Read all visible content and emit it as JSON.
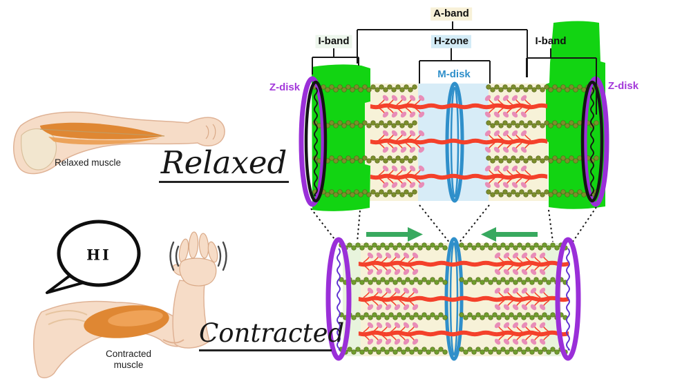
{
  "figure": {
    "left_panel": {
      "relaxed_caption": "Relaxed muscle",
      "relaxed_handwritten": "Relaxed",
      "contracted_caption": "Contracted muscle",
      "contracted_handwritten": "Contracted",
      "speech_bubble_text": "HI"
    },
    "sarcomere_labels": {
      "a_band": "A-band",
      "i_band_left": "I-band",
      "i_band_right": "I-band",
      "h_zone": "H-zone",
      "m_disk": "M-disk",
      "z_disk_left": "Z-disk",
      "z_disk_right": "Z-disk"
    },
    "colors": {
      "i_band_green": "#12d412",
      "z_disk_purple": "#9a2fd8",
      "z_disk_label_purple": "#a338da",
      "m_disk_blue": "#2f8fca",
      "actin_olive": "#7c8e2c",
      "actin_olive_dark": "#57671c",
      "actin_green_bottom": "#6f9e2d",
      "myosin_red": "#f4402a",
      "myosin_head_pink": "#e88db8",
      "a_band_bg": "#f7f2d8",
      "h_zone_bg": "#d7ecf7",
      "i_band_strip_bg": "#e8f4dd",
      "arrow_green": "#38a95f",
      "skin": "#f6dcc7",
      "muscle_orange": "#df8733",
      "bubble_outline": "#0e0e0e",
      "label_bg_a_band": "#f8f1d8",
      "label_bg_h_zone": "#d3ebf6",
      "label_bg_i_band": "#edf6ec"
    }
  }
}
